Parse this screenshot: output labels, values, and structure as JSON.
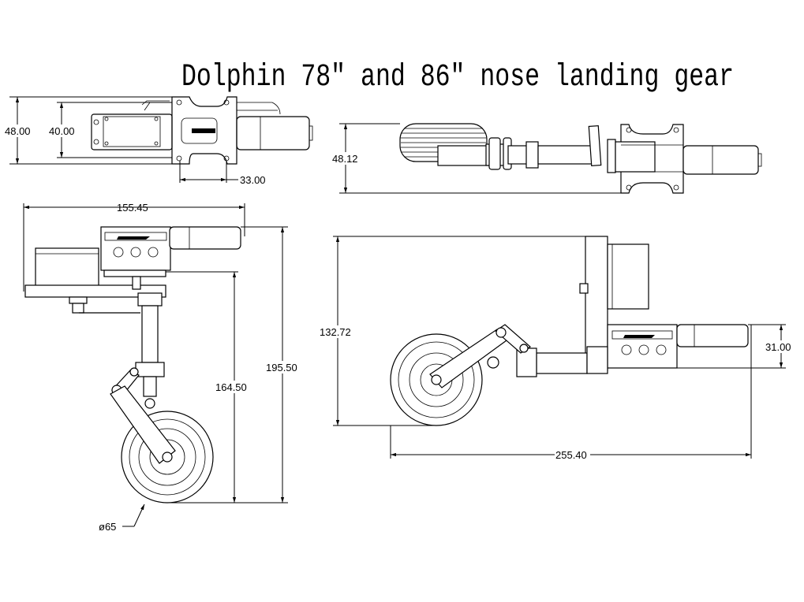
{
  "title": "Dolphin 78″ and 86″ nose landing gear",
  "views": {
    "top_left": {
      "dim_overall_height": "48.00",
      "dim_inner_height": "40.00",
      "dim_hole_spacing": "33.00"
    },
    "top_right": {
      "dim_height": "48.12"
    },
    "bottom_left": {
      "dim_width": "155.45",
      "dim_strut_height": "164.50",
      "dim_total_height": "195.50",
      "dim_wheel_diameter": "ø65"
    },
    "bottom_right": {
      "dim_height": "132.72",
      "dim_length": "255.40",
      "dim_motor_height": "31.00"
    }
  }
}
